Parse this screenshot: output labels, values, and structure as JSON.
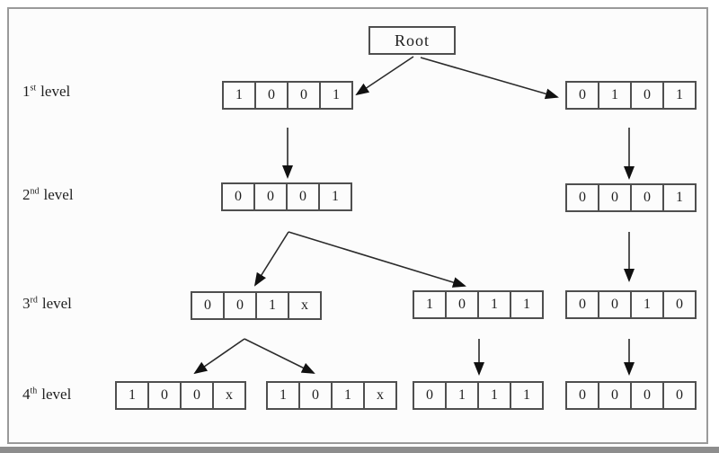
{
  "figure": {
    "root_label": "Root",
    "levels": [
      {
        "num": "1",
        "sup": "st",
        "word": "level"
      },
      {
        "num": "2",
        "sup": "nd",
        "word": "level"
      },
      {
        "num": "3",
        "sup": "rd",
        "word": "level"
      },
      {
        "num": "4",
        "sup": "th",
        "word": "level"
      }
    ],
    "registers": [
      {
        "name": "level1-left",
        "cells": [
          "1",
          "0",
          "0",
          "1"
        ]
      },
      {
        "name": "level1-right",
        "cells": [
          "0",
          "1",
          "0",
          "1"
        ]
      },
      {
        "name": "level2-left",
        "cells": [
          "0",
          "0",
          "0",
          "1"
        ]
      },
      {
        "name": "level2-right",
        "cells": [
          "0",
          "0",
          "0",
          "1"
        ]
      },
      {
        "name": "level3-left",
        "cells": [
          "0",
          "0",
          "1",
          "x"
        ]
      },
      {
        "name": "level3-middle",
        "cells": [
          "1",
          "0",
          "1",
          "1"
        ]
      },
      {
        "name": "level3-right",
        "cells": [
          "0",
          "0",
          "1",
          "0"
        ]
      },
      {
        "name": "level4-first",
        "cells": [
          "1",
          "0",
          "0",
          "x"
        ]
      },
      {
        "name": "level4-second",
        "cells": [
          "1",
          "0",
          "1",
          "x"
        ]
      },
      {
        "name": "level4-third",
        "cells": [
          "0",
          "1",
          "1",
          "1"
        ]
      },
      {
        "name": "level4-fourth",
        "cells": [
          "0",
          "0",
          "0",
          "0"
        ]
      }
    ],
    "colors": {
      "frame_border": "#9a9a9a",
      "box_border": "#4f4f4f",
      "arrow": "#2b2b2b",
      "text": "#1f1f1f",
      "background": "#fcfcfc"
    }
  }
}
